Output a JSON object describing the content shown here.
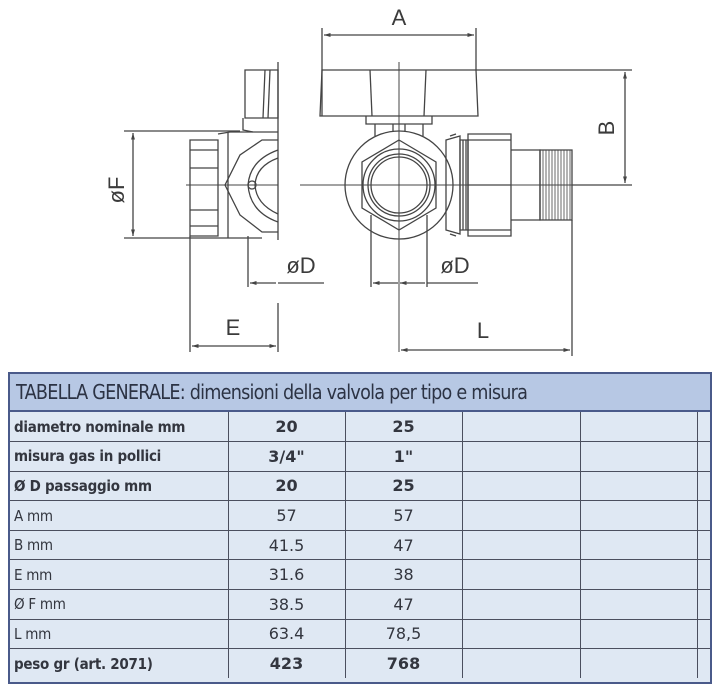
{
  "drawing": {
    "dimension_labels": {
      "A": "A",
      "B": "B",
      "E": "E",
      "L": "L",
      "F": "øF",
      "D_left": "øD",
      "D_right": "øD"
    }
  },
  "table": {
    "title": "TABELLA GENERALE: dimensioni della valvola per tipo e misura",
    "header_color": "#b7c8e4",
    "body_color": "#dfe8f3",
    "border_color": "#4a5a8a",
    "rows": [
      {
        "label": "diametro nominale mm",
        "values": [
          "20",
          "25",
          "",
          ""
        ],
        "bold": true
      },
      {
        "label": "misura gas in pollici",
        "values": [
          "3/4\"",
          "1\"",
          "",
          ""
        ],
        "bold": true
      },
      {
        "label": "Ø D passaggio mm",
        "values": [
          "20",
          "25",
          "",
          ""
        ],
        "bold": true
      },
      {
        "label": "A mm",
        "values": [
          "57",
          "57",
          "",
          ""
        ],
        "bold": false
      },
      {
        "label": "B mm",
        "values": [
          "41.5",
          "47",
          "",
          ""
        ],
        "bold": false
      },
      {
        "label": "E mm",
        "values": [
          "31.6",
          "38",
          "",
          ""
        ],
        "bold": false
      },
      {
        "label": "Ø F mm",
        "values": [
          "38.5",
          "47",
          "",
          ""
        ],
        "bold": false
      },
      {
        "label": "L mm",
        "values": [
          "63.4",
          "78,5",
          "",
          ""
        ],
        "bold": false
      },
      {
        "label": "peso gr (art. 2071)",
        "values": [
          "423",
          "768",
          "",
          ""
        ],
        "bold": true
      }
    ]
  }
}
